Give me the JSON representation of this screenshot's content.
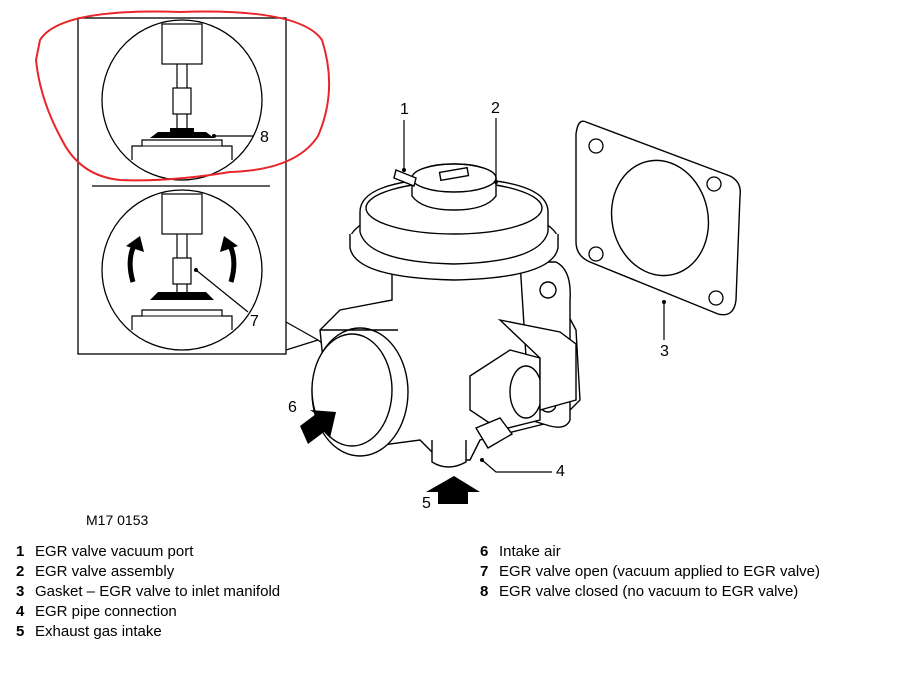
{
  "figure_ref": "M17 0153",
  "callouts": {
    "c1": "1",
    "c2": "2",
    "c3": "3",
    "c4": "4",
    "c5": "5",
    "c6": "6",
    "c7": "7",
    "c8": "8"
  },
  "legend_left": [
    {
      "num": "1",
      "text": "EGR valve vacuum port"
    },
    {
      "num": "2",
      "text": "EGR valve assembly"
    },
    {
      "num": "3",
      "text": "Gasket – EGR valve to inlet manifold"
    },
    {
      "num": "4",
      "text": "EGR pipe connection"
    },
    {
      "num": "5",
      "text": "Exhaust gas intake"
    }
  ],
  "legend_right": [
    {
      "num": "6",
      "text": "Intake air"
    },
    {
      "num": "7",
      "text": "EGR valve open (vacuum applied to EGR valve)"
    },
    {
      "num": "8",
      "text": "EGR valve closed (no vacuum to EGR valve)"
    }
  ],
  "colors": {
    "highlight": "#e8262a",
    "line": "#000000"
  }
}
